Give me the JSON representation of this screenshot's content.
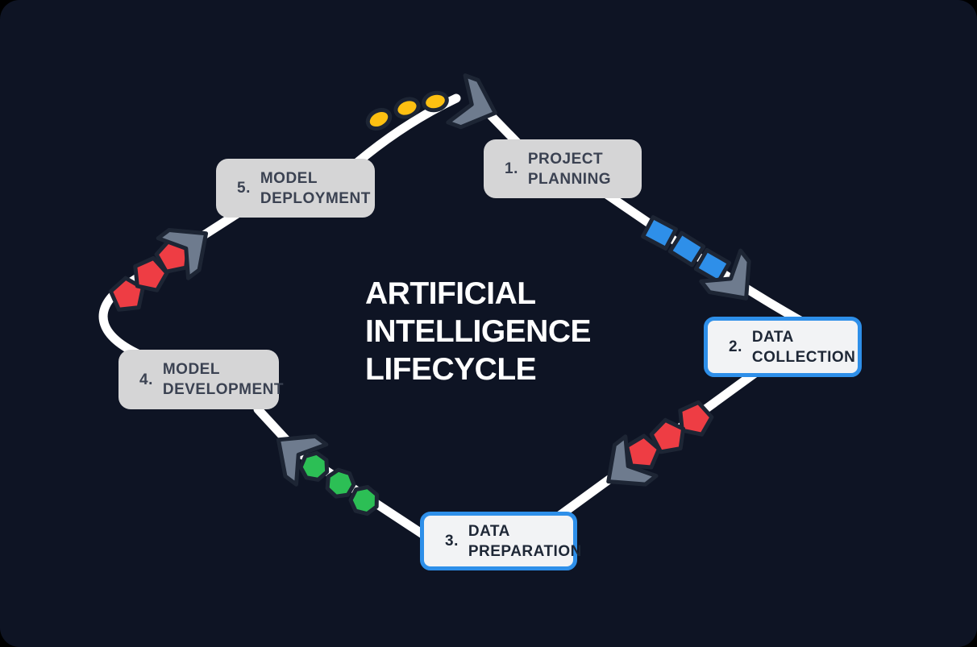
{
  "title": {
    "lines": [
      "ARTIFICIAL",
      "INTELLIGENCE",
      "LIFECYCLE"
    ]
  },
  "stages": [
    {
      "number": "1.",
      "line1": "PROJECT",
      "line2": "PLANNING",
      "variant": "gray"
    },
    {
      "number": "2.",
      "line1": "DATA",
      "line2": "COLLECTION",
      "variant": "highlighted"
    },
    {
      "number": "3.",
      "line1": "DATA",
      "line2": "PREPARATION",
      "variant": "highlighted"
    },
    {
      "number": "4.",
      "line1": "MODEL",
      "line2": "DEVELOPMENT",
      "variant": "gray"
    },
    {
      "number": "5.",
      "line1": "MODEL",
      "line2": "DEPLOYMENT",
      "variant": "gray"
    }
  ],
  "path_markers": [
    {
      "segment": "deployment-to-planning",
      "icon": "yellow-oval-icon",
      "count": 3,
      "color": "#fec011"
    },
    {
      "segment": "planning-to-collection",
      "icon": "blue-diamond-icon",
      "count": 3,
      "color": "#2e8fe9"
    },
    {
      "segment": "collection-to-preparation",
      "icon": "red-pentagon-icon",
      "count": 3,
      "color": "#ee3d44"
    },
    {
      "segment": "preparation-to-development",
      "icon": "green-heptagon-icon",
      "count": 3,
      "color": "#2cbf55"
    },
    {
      "segment": "development-to-deployment",
      "icon": "red-pentagon-icon",
      "count": 3,
      "color": "#ee3d44"
    }
  ],
  "arrows": {
    "icon": "chevron-arrow-icon",
    "count": 5,
    "color": "#6e7b8e"
  },
  "colors": {
    "background": "#0e1424",
    "path": "#ffffff",
    "outline": "#1d2534",
    "arrow_gray": "#6e7b8e",
    "box_gray": "#d5d5d6",
    "box_light": "#f2f3f5",
    "accent_blue": "#2e8fe9",
    "yellow": "#fec011",
    "red": "#ee3d44",
    "green": "#2cbf55",
    "text_dark": "#1e2736",
    "text_gray_box": "#3b4252",
    "title_text": "#ffffff"
  }
}
